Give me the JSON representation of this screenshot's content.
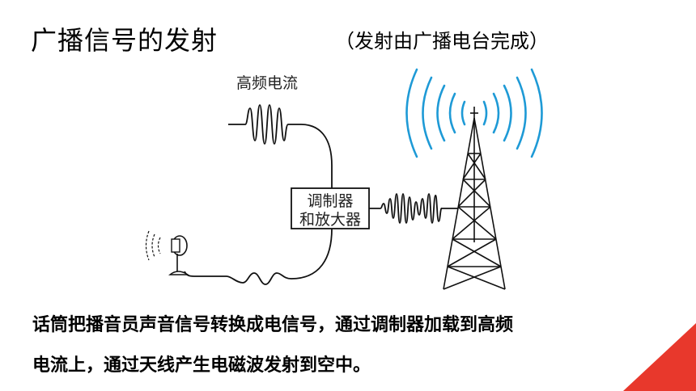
{
  "title": "广播信号的发射",
  "subtitle": "（发射由广播电台完成）",
  "diagram": {
    "label_high_freq": "高频电流",
    "box_line1": "调制器",
    "box_line2": "和放大器"
  },
  "description_line1": "话筒把播音员声音信号转换成电信号，通过调制器加载到高频",
  "description_line2": "电流上，通过天线产生电磁波发射到空中。",
  "colors": {
    "wave_blue": "#1e9ad6",
    "corner_red": "#e8382c"
  }
}
